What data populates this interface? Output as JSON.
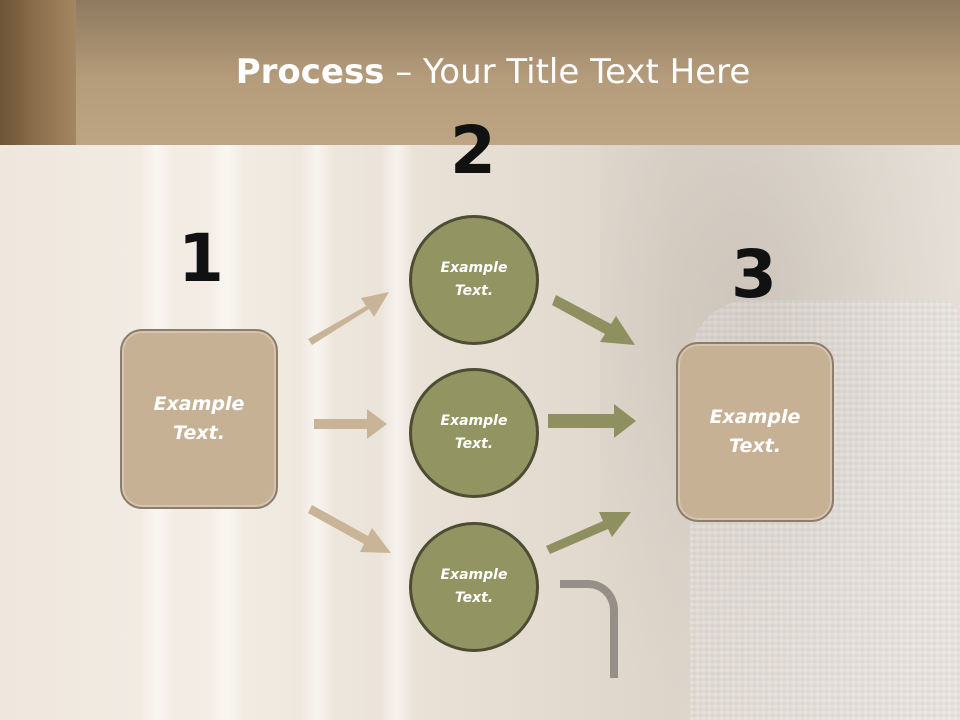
{
  "slide": {
    "title_bold": "Process",
    "title_rest": " – Your Title Text Here"
  },
  "steps": {
    "n1": "1",
    "n2": "2",
    "n3": "3"
  },
  "boxes": {
    "left": "Example\nText.",
    "right": "Example\nText."
  },
  "circles": [
    "Example\nText.",
    "Example\nText.",
    "Example\nText."
  ],
  "colors": {
    "header": "#b59c7b",
    "box_fill": "#c7b194",
    "circle_fill": "#929462",
    "circle_border": "#4d4d33",
    "arrow_tan": "#c9b497",
    "arrow_olive": "#8e9060"
  }
}
